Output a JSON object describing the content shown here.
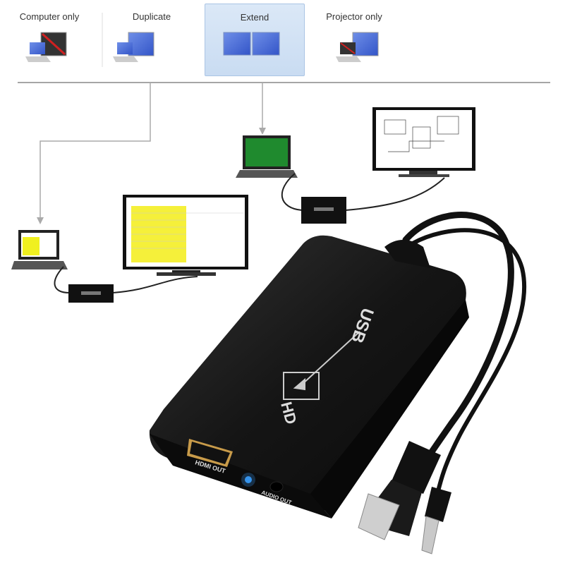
{
  "display_modes": [
    {
      "label": "Computer only",
      "selected": false
    },
    {
      "label": "Duplicate",
      "selected": false
    },
    {
      "label": "Extend",
      "selected": true
    },
    {
      "label": "Projector only",
      "selected": false
    }
  ],
  "device": {
    "logo_top": "USB",
    "logo_bottom": "HD",
    "port_hdmi_label": "HDMI OUT",
    "port_audio_label": "AUDIO OUT",
    "led_color": "#3aa0ff",
    "body_color": "#151515"
  }
}
